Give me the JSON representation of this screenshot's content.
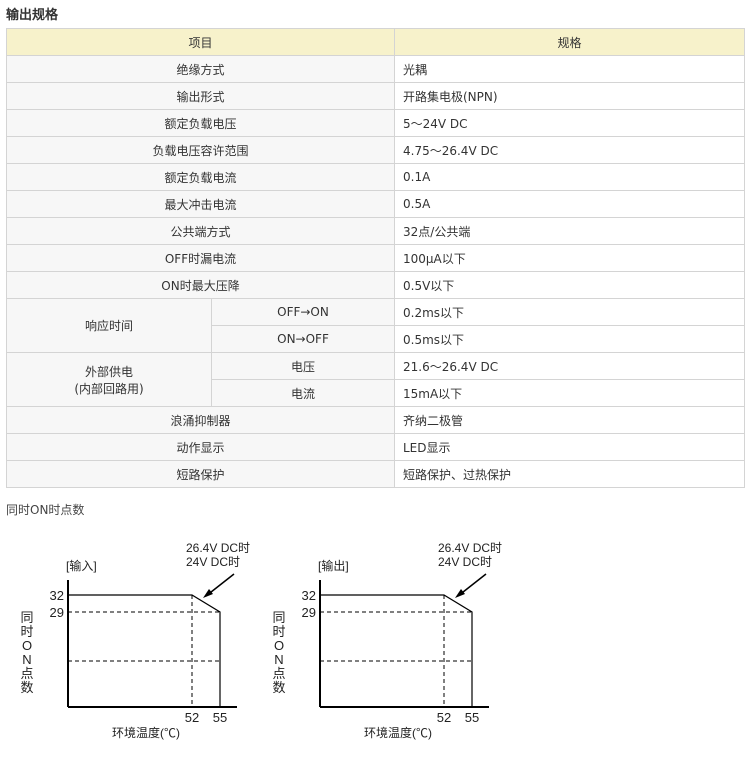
{
  "title": "输出规格",
  "table": {
    "headers": [
      "项目",
      "规格"
    ],
    "rows": [
      [
        "绝缘方式",
        "光耦"
      ],
      [
        "输出形式",
        "开路集电极(NPN)"
      ],
      [
        "额定负载电压",
        "5～24V DC"
      ],
      [
        "负载电压容许范围",
        "4.75～26.4V DC"
      ],
      [
        "额定负载电流",
        "0.1A"
      ],
      [
        "最大冲击电流",
        "0.5A"
      ],
      [
        "公共端方式",
        "32点/公共端"
      ],
      [
        "OFF时漏电流",
        "100μA以下"
      ],
      [
        "ON时最大压降",
        "0.5V以下"
      ]
    ],
    "response": {
      "label": "响应时间",
      "rows": [
        [
          "OFF→ON",
          "0.2ms以下"
        ],
        [
          "ON→OFF",
          "0.5ms以下"
        ]
      ]
    },
    "external": {
      "label1": "外部供电",
      "label2": "(内部回路用)",
      "rows": [
        [
          "电压",
          "21.6～26.4V DC"
        ],
        [
          "电流",
          "15mA以下"
        ]
      ]
    },
    "rows2": [
      [
        "浪涌抑制器",
        "齐纳二极管"
      ],
      [
        "动作显示",
        "LED显示"
      ],
      [
        "短路保护",
        "短路保护、过热保护"
      ]
    ]
  },
  "subtitle": "同时ON时点数",
  "chart_data": [
    {
      "type": "line",
      "title": "[输入]",
      "xlabel": "环境温度(℃)",
      "ylabel": "同时ON点数",
      "xticks": [
        "52",
        "55"
      ],
      "yticks": [
        "32",
        "29"
      ],
      "x": [
        0,
        52,
        55
      ],
      "y": [
        32,
        32,
        29
      ],
      "annotation": [
        "26.4V DC时",
        "24V DC时"
      ]
    },
    {
      "type": "line",
      "title": "[输出]",
      "xlabel": "环境温度(℃)",
      "ylabel": "同时ON点数",
      "xticks": [
        "52",
        "55"
      ],
      "yticks": [
        "32",
        "29"
      ],
      "x": [
        0,
        52,
        55
      ],
      "y": [
        32,
        32,
        29
      ],
      "annotation": [
        "26.4V DC时",
        "24V DC时"
      ]
    }
  ]
}
